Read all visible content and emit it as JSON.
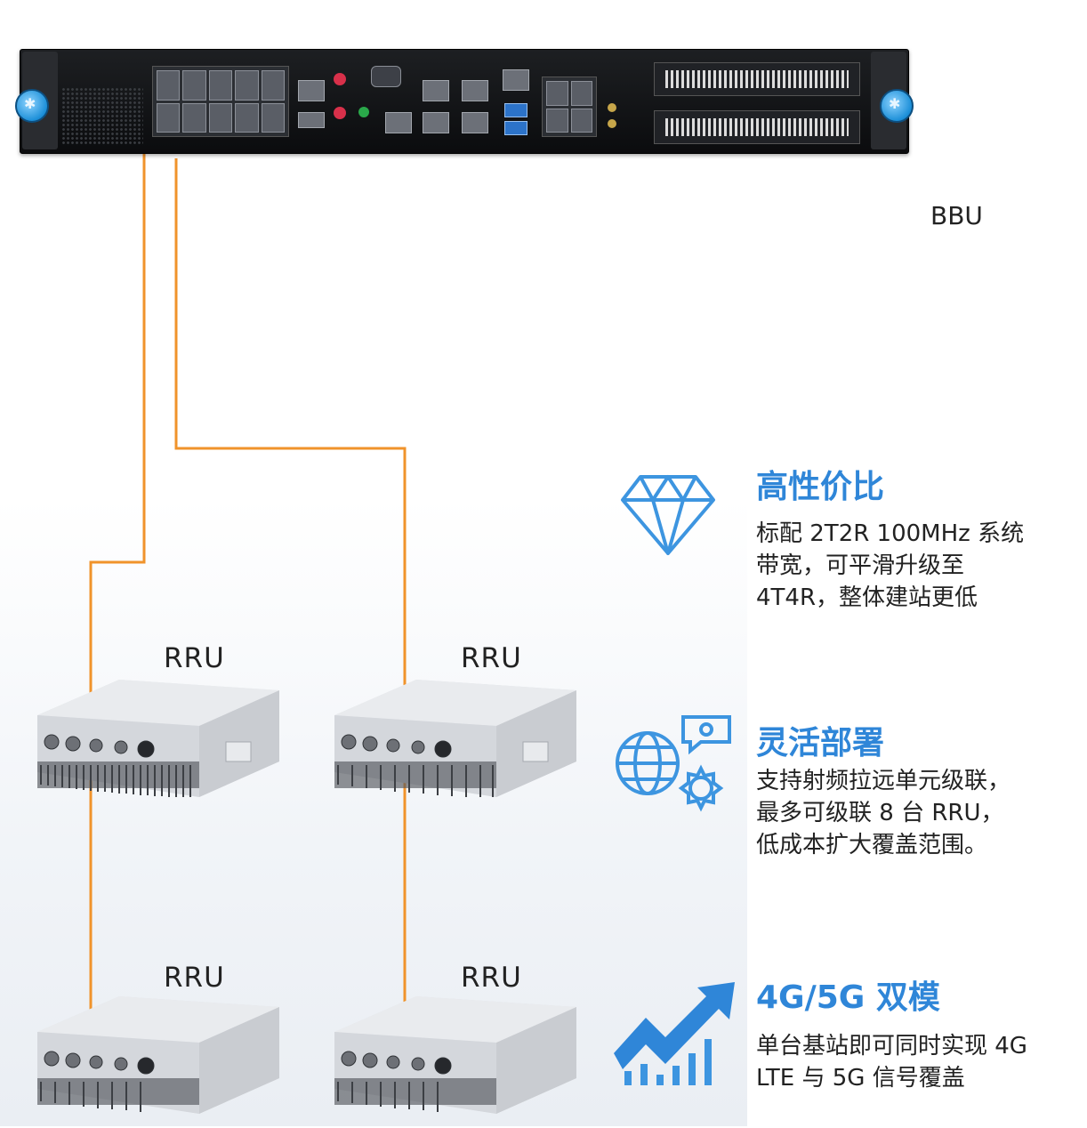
{
  "bbu": {
    "label": "BBU"
  },
  "rru": {
    "label": "RRU"
  },
  "features": [
    {
      "title": "高性价比",
      "desc": "标配 2T2R 100MHz 系统\n带宽，可平滑升级至\n4T4R，整体建站更低",
      "icon": "diamond-icon"
    },
    {
      "title": "灵活部署",
      "desc": "支持射频拉远单元级联，\n最多可级联 8 台 RRU，\n低成本扩大覆盖范围。",
      "icon": "globe-gear-icon"
    },
    {
      "title": "4G/5G 双模",
      "desc": "单台基站即可同时实现 4G\nLTE 与 5G 信号覆盖",
      "icon": "growth-chart-icon"
    }
  ],
  "colors": {
    "accent": "#2f86d8",
    "fiber": "#f0932b"
  }
}
